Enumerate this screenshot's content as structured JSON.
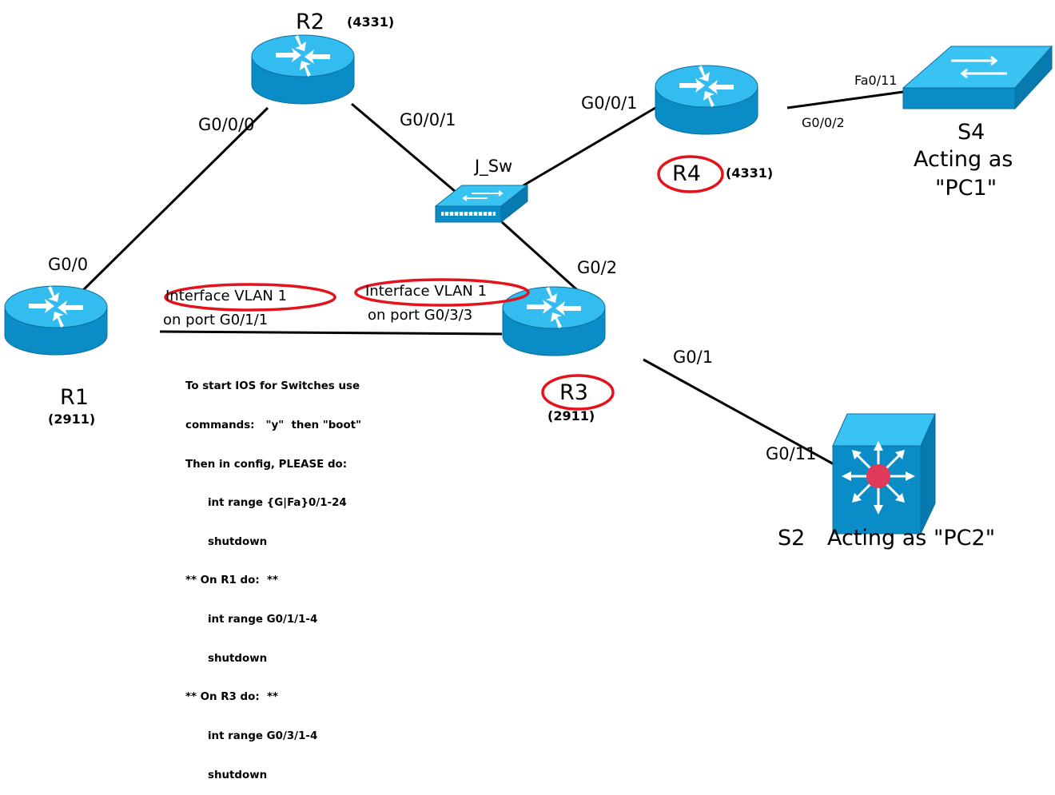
{
  "devices": {
    "r1": {
      "name": "R1",
      "model": "(2911)"
    },
    "r2": {
      "name": "R2",
      "model": "(4331)"
    },
    "r3": {
      "name": "R3",
      "model": "(2911)"
    },
    "r4": {
      "name": "R4",
      "model": "(4331)"
    },
    "s4": {
      "name": "S4",
      "role_line1": "Acting as",
      "role_line2": "\"PC1\""
    },
    "s2": {
      "name": "S2",
      "role": "Acting as \"PC2\""
    },
    "jsw": {
      "name": "J_Sw"
    }
  },
  "ports": {
    "r2_g000": "G0/0/0",
    "r2_g001": "G0/0/1",
    "r4_g001": "G0/0/1",
    "r4_g002": "G0/0/2",
    "s4_fa011": "Fa0/11",
    "r1_g00": "G0/0",
    "r3_g02": "G0/2",
    "r3_g01": "G0/1",
    "s2_g011": "G0/11"
  },
  "annotations": {
    "r1_iface": "Interface VLAN 1",
    "r1_port": "on port G0/1/1",
    "r3_iface": "Interface VLAN 1",
    "r3_port": "on port G0/3/3"
  },
  "instructions": [
    "To start IOS for Switches use",
    "commands:   \"y\"  then \"boot\"",
    "Then in config, PLEASE do:",
    "      int range {G|Fa}0/1-24",
    "      shutdown",
    "** On R1 do:  **",
    "      int range G0/1/1-4",
    "      shutdown",
    "** On R3 do:  **",
    "      int range G0/3/1-4",
    "      shutdown"
  ],
  "colors": {
    "device_fill": "#0a9ad6",
    "device_top": "#39c3f3",
    "link": "#000000",
    "highlight": "#e3121b",
    "router_center": "#e23a5a"
  }
}
